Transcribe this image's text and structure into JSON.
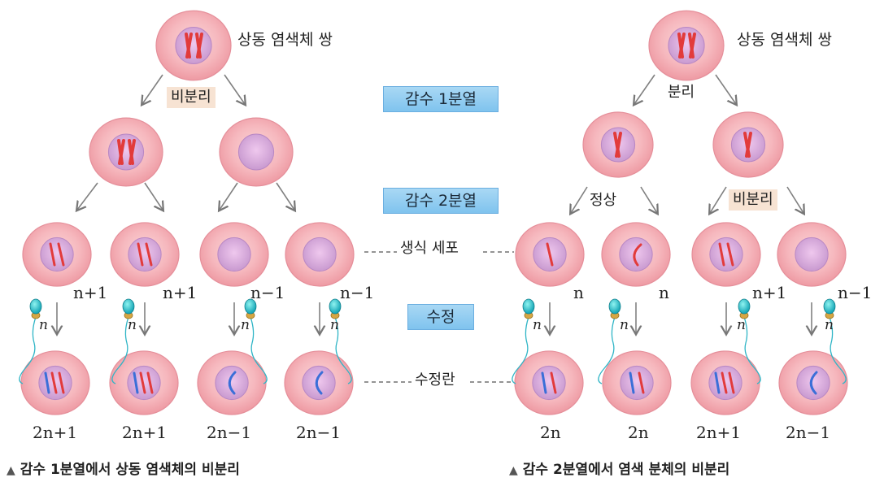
{
  "left": {
    "top_label": "상동 염색체 쌍",
    "split_label": "비분리",
    "gamete_chrom": [
      "n+1",
      "n+1",
      "n−1",
      "n−1"
    ],
    "sperm_chrom": [
      "n",
      "n",
      "n",
      "n"
    ],
    "zygote_chrom": [
      "2n+1",
      "2n+1",
      "2n−1",
      "2n−1"
    ],
    "caption": "감수 1분열에서 상동 염색체의  비분리"
  },
  "right": {
    "top_label": "상동 염색체 쌍",
    "split_label": "분리",
    "normal_label": "정상",
    "nondisjunction_label": "비분리",
    "gamete_chrom": [
      "n",
      "n",
      "n+1",
      "n−1"
    ],
    "sperm_chrom": [
      "n",
      "n",
      "n",
      "n"
    ],
    "zygote_chrom": [
      "2n",
      "2n",
      "2n+1",
      "2n−1"
    ],
    "caption": "감수 2분열에서 염색 분체의 비분리"
  },
  "center": {
    "meiosis1": "감수 1분열",
    "meiosis2": "감수 2분열",
    "gamete": "생식 세포",
    "fertilization": "수정",
    "zygote": "수정란"
  },
  "colors": {
    "cell_outer": "#f4aeb5",
    "nucleus": "#d9a8d8",
    "chromosome_maternal": "#e23b3b",
    "chromosome_paternal": "#3a6fd8",
    "stage_box": "#8ecbf0",
    "tag_box": "#f7e3d3"
  }
}
